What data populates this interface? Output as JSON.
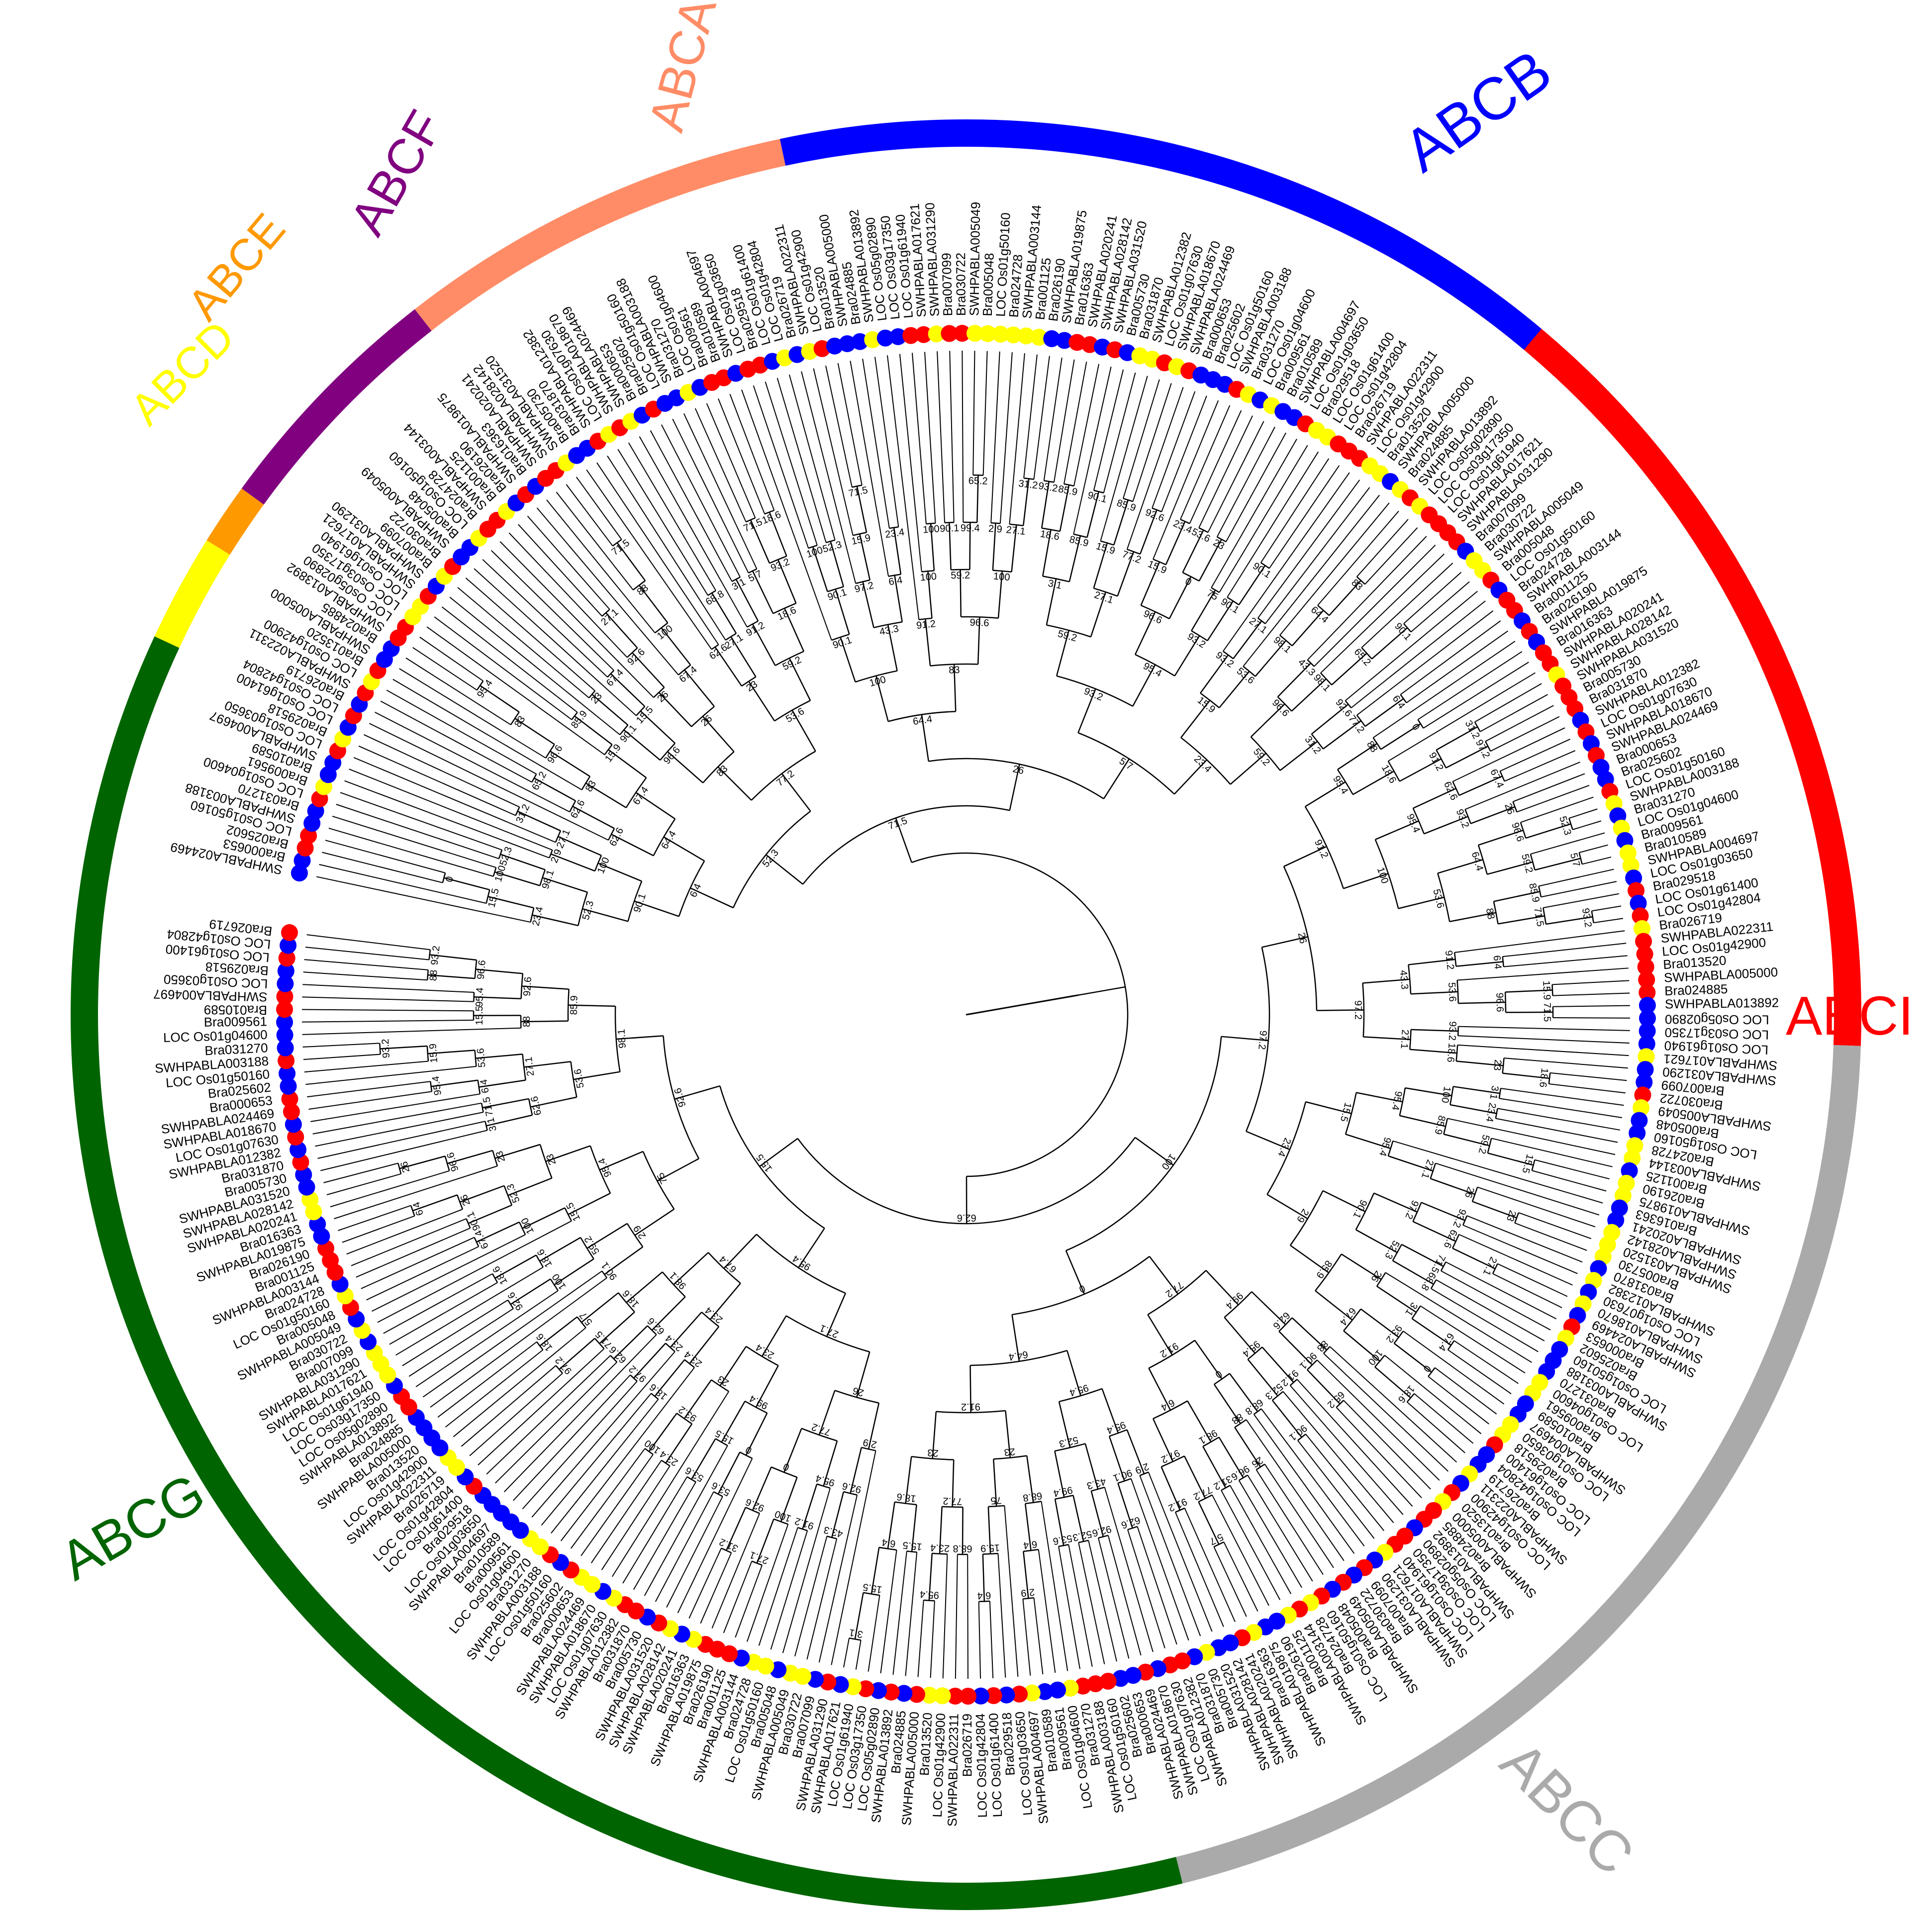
{
  "groups": [
    {
      "name": "ABCB",
      "color": "#0000FF",
      "start": -79,
      "end": 20
    },
    {
      "name": "ABCI",
      "color": "#FF0000",
      "start": 20,
      "end": 92
    },
    {
      "name": "ABCC",
      "color": "#AAAAAA",
      "start": 92,
      "end": 166
    },
    {
      "name": "ABCG",
      "color": "#006400",
      "start": 166,
      "end": 295
    },
    {
      "name": "ABCD",
      "color": "#FFFF00",
      "start": 295,
      "end": 302
    },
    {
      "name": "ABCE",
      "color": "#FF9900",
      "start": 302,
      "end": 306
    },
    {
      "name": "ABCF",
      "color": "#800080",
      "start": 306,
      "end": 322
    },
    {
      "name": "ABCA",
      "color": "#FF8C66",
      "start": 322,
      "end": 281
    }
  ],
  "species_colors": [
    "#FF0000",
    "#0000FF",
    "#FFFF00"
  ],
  "leaf_labels_sample": [
    "SWHPABLA024469",
    "Bra000653",
    "Bra025602",
    "LOC Os01g50160",
    "SWHPABLA003188",
    "Bra031270",
    "LOC Os01g04600",
    "Bra009561",
    "Bra010589",
    "SWHPABLA004697",
    "LOC Os01g03650",
    "Bra029518",
    "LOC Os01g61400",
    "LOC Os01g42804",
    "Bra026719",
    "SWHPABLA022311",
    "LOC Os01g42900",
    "Bra013520",
    "SWHPABLA005000",
    "Bra024885",
    "SWHPABLA013892",
    "LOC Os05g02890",
    "LOC Os03g17350",
    "LOC Os01g61940",
    "SWHPABLA017621",
    "SWHPABLA031290",
    "Bra007099",
    "Bra030722",
    "SWHPABLA005049",
    "Bra005048",
    "LOC Os01g50160",
    "Bra024728",
    "SWHPABLA003144",
    "Bra001125",
    "Bra026190",
    "SWHPABLA019875",
    "Bra016363",
    "SWHPABLA020241",
    "SWHPABLA028142",
    "SWHPABLA031520",
    "Bra005730",
    "Bra031870",
    "SWHPABLA012382",
    "LOC Os01g07630",
    "SWHPABLA018670"
  ],
  "support_values": [
    "100",
    "99.4",
    "98.1",
    "97.2",
    "96.6",
    "95.4",
    "93.2",
    "92.6",
    "91.2",
    "90.1",
    "88",
    "85.9",
    "83",
    "77.2",
    "75",
    "71.5",
    "68.8",
    "67.4",
    "65.2",
    "64.4",
    "62.6",
    "59.2",
    "53.6",
    "52.3",
    "43.3",
    "31.2",
    "27.1",
    "26",
    "23.4",
    "23",
    "18.6",
    "15.9",
    "15.5",
    "6.4",
    "5.7",
    "3.1",
    "2.9",
    "0"
  ]
}
